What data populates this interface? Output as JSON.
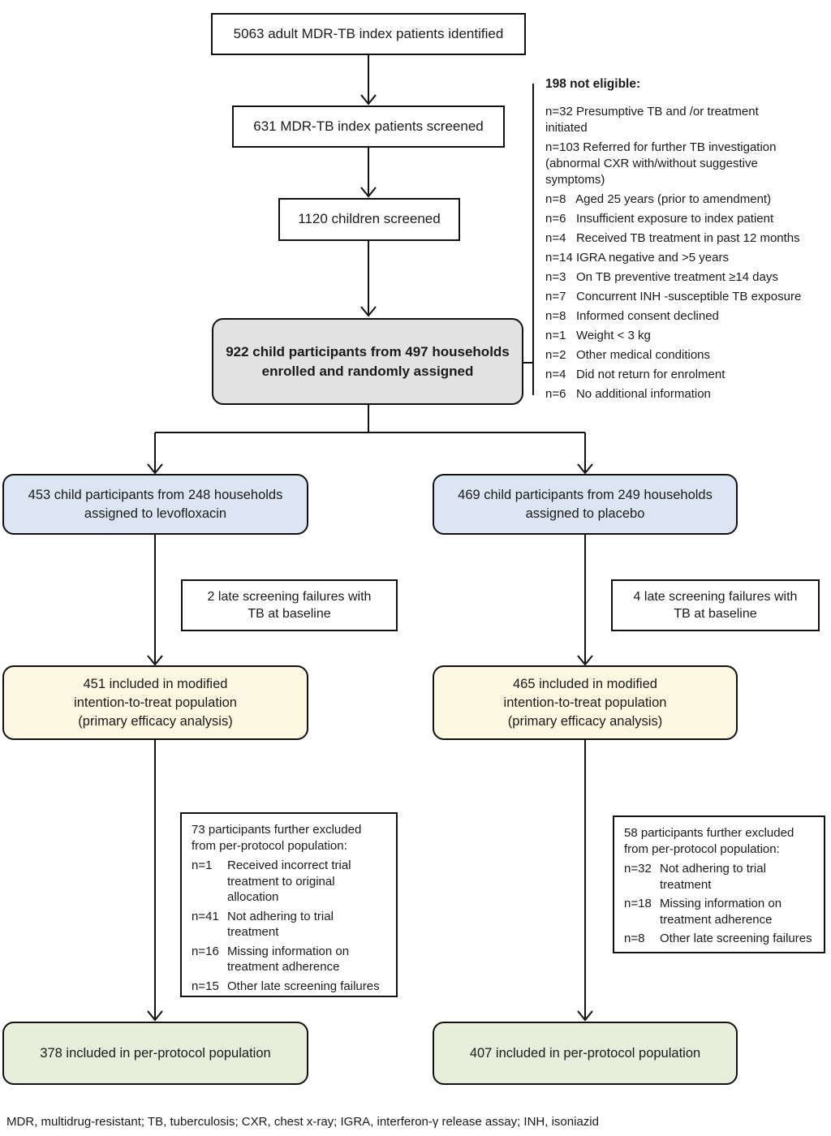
{
  "flow": {
    "identified": "5063 adult MDR-TB index patients identified",
    "index_screened": "631 MDR-TB index patients screened",
    "children_screened": "1120 children screened",
    "enrolled": "922 child participants from 497 households\nenrolled and randomly assigned",
    "arm_levofloxacin": "453 child participants from 248 households\nassigned to levofloxacin",
    "arm_placebo": "469 child participants from 249 households\nassigned to placebo",
    "late_failures_left": "2 late screening failures with\nTB at baseline",
    "late_failures_right": "4 late screening failures with\nTB at baseline",
    "mitt_left": "451 included in modified\nintention-to-treat population\n(primary efficacy analysis)",
    "mitt_right": "465 included in modified\nintention-to-treat population\n(primary efficacy analysis)",
    "per_protocol_left": "378 included in per-protocol population",
    "per_protocol_right": "407 included in per-protocol population"
  },
  "not_eligible": {
    "heading": "198 not eligible:",
    "items": [
      "n=32 Presumptive TB and /or treatment\ninitiated",
      "n=103 Referred for further TB investigation\n(abnormal CXR with/without suggestive\nsymptoms)",
      "n=8   Aged 25 years (prior to amendment)",
      "n=6   Insufficient exposure to index patient",
      "n=4   Received TB treatment in past 12 months",
      "n=14 IGRA negative and >5 years",
      "n=3   On TB preventive treatment ≥14 days",
      "n=7   Concurrent INH -susceptible TB exposure",
      "n=8   Informed consent declined",
      "n=1   Weight < 3 kg",
      "n=2   Other medical conditions",
      "n=4   Did not return for enrolment",
      "n=6   No additional information"
    ]
  },
  "excluded_left": {
    "intro": "73 participants further excluded\nfrom per-protocol population:",
    "items": [
      {
        "label": "n=1",
        "text": "Received incorrect trial\ntreatment to original\nallocation"
      },
      {
        "label": "n=41",
        "text": "Not adhering to trial\ntreatment"
      },
      {
        "label": "n=16",
        "text": "Missing information on\ntreatment adherence"
      },
      {
        "label": "n=15",
        "text": "Other late screening failures"
      }
    ]
  },
  "excluded_right": {
    "intro": "58 participants further excluded\nfrom per-protocol population:",
    "items": [
      {
        "label": "n=32",
        "text": "Not adhering to trial\ntreatment"
      },
      {
        "label": "n=18",
        "text": "Missing information on\ntreatment adherence"
      },
      {
        "label": "n=8",
        "text": "Other late screening failures"
      }
    ]
  },
  "footnote": "MDR, multidrug-resistant; TB, tuberculosis; CXR, chest x-ray; IGRA, interferon-γ release assay; INH, isoniazid",
  "colors": {
    "border": "#111111",
    "text": "#1a1a1a",
    "enrolled_fill": "#e2e2e2",
    "arm_fill": "#dce6f2",
    "mitt_fill": "#fdf8e2",
    "per_protocol_fill": "#e7eedc"
  }
}
